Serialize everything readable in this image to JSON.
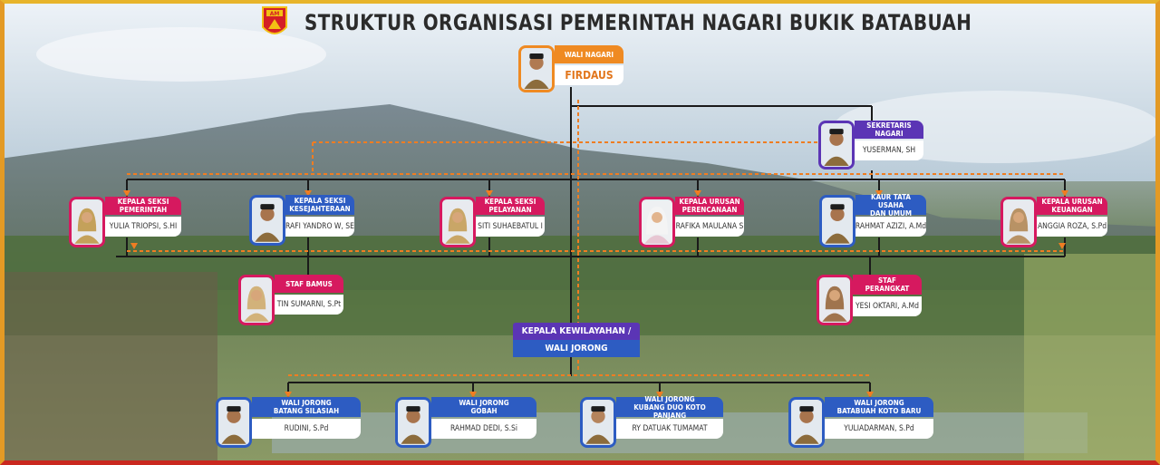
{
  "header": {
    "title": "STRUKTUR ORGANISASI PEMERINTAH NAGARI BUKIK BATABUAH",
    "logo_text": "AM"
  },
  "colors": {
    "pink": "#d6195f",
    "blue": "#2d5cc2",
    "orange": "#ef8a22",
    "purple": "#5b35b5",
    "solid_line": "#1a1a1a",
    "dashed_line": "#ef7d22",
    "frame_top": "#e7b42a",
    "frame_bottom": "#c9281f"
  },
  "wali_nagari": {
    "role": "WALI NAGARI",
    "name": "FIRDAUS"
  },
  "sekretaris": {
    "role": "SEKRETARIS\nNAGARI",
    "name": "YUSERMAN, SH"
  },
  "kepala": [
    {
      "role": "KEPALA SEKSI\nPEMERINTAH",
      "name": "YULIA TRIOPSI, S.HI"
    },
    {
      "role": "KEPALA SEKSI\nKESEJAHTERAAN",
      "name": "RAFI YANDRO W, SE"
    },
    {
      "role": "KEPALA SEKSI\nPELAYANAN",
      "name": "SITI SUHAEBATUL I"
    },
    {
      "role": "KEPALA URUSAN\nPERENCANAAN",
      "name": "RAFIKA MAULANA S"
    },
    {
      "role": "KAUR TATA USAHA\nDAN UMUM",
      "name": "RAHMAT AZIZI, A.Md"
    },
    {
      "role": "KEPALA URUSAN\nKEUANGAN",
      "name": "ANGGIA ROZA, S.Pd"
    }
  ],
  "staf_bamus": {
    "role": "STAF BAMUS",
    "name": "TIN SUMARNI, S.Pt"
  },
  "staf_perangkat": {
    "role": "STAF\nPERANGKAT",
    "name": "YESI OKTARI, A.Md"
  },
  "kewilayahan": {
    "line1": "KEPALA KEWILAYAHAN /",
    "line2": "WALI JORONG"
  },
  "jorong": [
    {
      "role": "WALI JORONG\nBATANG SILASIAH",
      "name": "RUDINI, S.Pd"
    },
    {
      "role": "WALI JORONG\nGOBAH",
      "name": "RAHMAD DEDI, S.Si"
    },
    {
      "role": "WALI JORONG\nKUBANG DUO KOTO PANJANG",
      "name": "RY DATUAK TUMAMAT"
    },
    {
      "role": "WALI JORONG\nBATABUAH KOTO BARU",
      "name": "YULIADARMAN, S.Pd"
    }
  ]
}
